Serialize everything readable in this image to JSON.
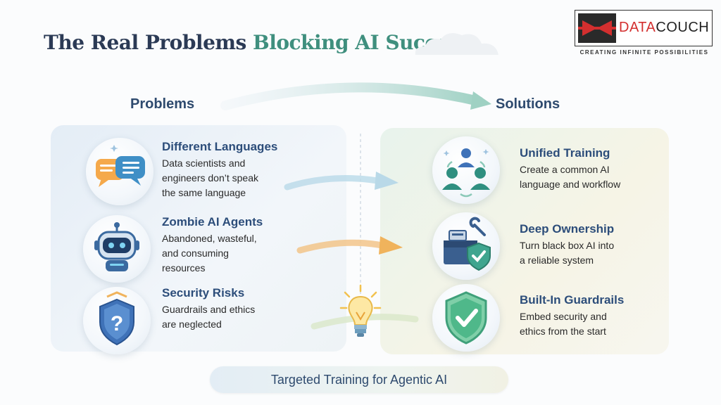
{
  "title": {
    "part1": "The Real Problems ",
    "part2": "Blocking AI Success"
  },
  "logo": {
    "brand_prefix": "DATA",
    "brand_suffix": "COUCH",
    "tagline": "CREATING INFINITE POSSIBILITIES"
  },
  "headings": {
    "problems": "Problems",
    "solutions": "Solutions"
  },
  "problems": [
    {
      "title": "Different Languages",
      "desc": "Data scientists and\nengineers don’t speak\nthe same language",
      "icon": "speech-bubbles-icon"
    },
    {
      "title": "Zombie AI Agents",
      "desc": "Abandoned, wasteful,\n and consuming\nresources",
      "icon": "robot-icon"
    },
    {
      "title": "Security Risks",
      "desc": "Guardrails and ethics\nare neglected",
      "icon": "shield-question-icon"
    }
  ],
  "solutions": [
    {
      "title": "Unified Training",
      "desc": "Create a common AI\nlanguage and workflow",
      "icon": "team-sync-icon"
    },
    {
      "title": "Deep Ownership",
      "desc": "Turn black box AI into\n a reliable system",
      "icon": "toolbox-shield-icon"
    },
    {
      "title": "Built-In Guardrails",
      "desc": "Embed security and\nethics from the start",
      "icon": "shield-check-icon"
    }
  ],
  "footer": {
    "label": "Targeted Training for Agentic AI"
  },
  "colors": {
    "title_dark": "#2b3a55",
    "title_accent": "#3f8f7e",
    "heading": "#2e4a6e",
    "item_title": "#2c4d7a",
    "brand_red": "#d32f2f"
  }
}
